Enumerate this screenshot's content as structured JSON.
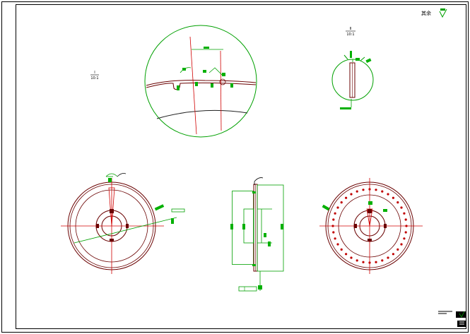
{
  "title_block": {
    "roughness_note": "其余",
    "detail_I_label": "I",
    "detail_I_scale": "10:1",
    "detail_II_label": "II",
    "detail_II_scale": "10:1"
  },
  "colors": {
    "frame": "#000000",
    "outline": "#00a000",
    "centerline": "#d00000",
    "part": "#6a0000",
    "dimension": "#00b000"
  },
  "icons": [
    "roughness-symbol-icon",
    "leader-arrow-icon"
  ]
}
